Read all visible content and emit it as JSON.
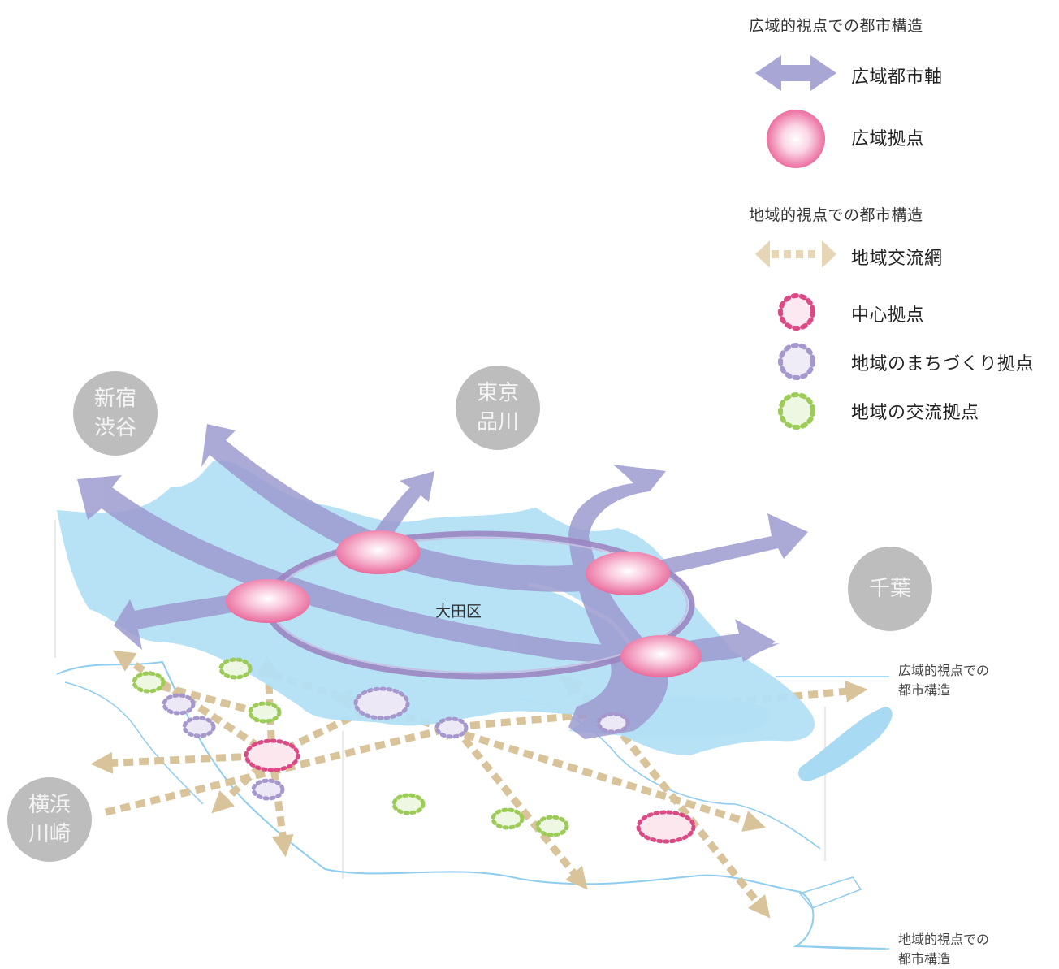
{
  "legend": {
    "wide_heading": "広域的視点での都市構造",
    "wide_axis": "広域都市軸",
    "wide_hub": "広域拠点",
    "regional_heading": "地域的視点での都市構造",
    "regional_network": "地域交流網",
    "center_hub": "中心拠点",
    "machizukuri_hub": "地域のまちづくり拠点",
    "exchange_hub": "地域の交流拠点"
  },
  "cities": {
    "shinjuku_shibuya": [
      "新宿",
      "渋谷"
    ],
    "tokyo_shinagawa": [
      "東京",
      "品川"
    ],
    "chiba": [
      "千葉"
    ],
    "yokohama_kawasaki": [
      "横浜",
      "川崎"
    ]
  },
  "ward_label": "大田区",
  "layer_labels": {
    "wide": [
      "広域的視点での",
      "都市構造"
    ],
    "regional": [
      "地域的視点での",
      "都市構造"
    ]
  },
  "colors": {
    "axis": "#a8a6d4",
    "axis_dark": "#8f8cc6",
    "ward_fill": "#a9dcf4",
    "ring": "#9b86c2",
    "hub_pink": "#ec6ea0",
    "network": "#d8c39a",
    "center_dot": "#dc4a86",
    "machizukuri_dot": "#a698cc",
    "exchange_dot": "#9ccb57",
    "city_gray": "#bdbdbd",
    "coast": "#7fc4ec"
  }
}
